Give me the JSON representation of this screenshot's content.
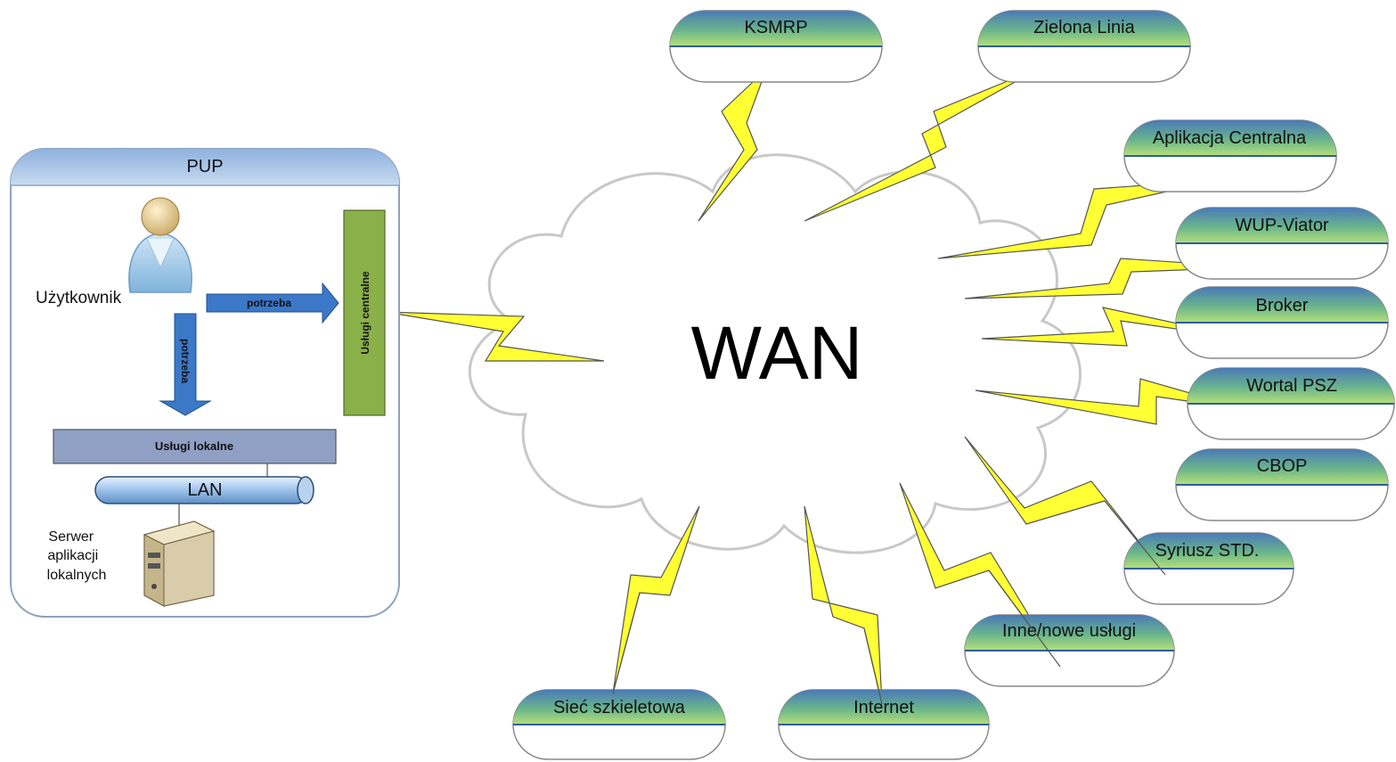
{
  "pup": {
    "title": "PUP",
    "user_label": "Użytkownik",
    "arrow_right_label": "potrzeba",
    "arrow_down_label": "potrzeba",
    "central_services_label": "Usługi centralne",
    "local_services_label": "Usługi lokalne",
    "lan_label": "LAN",
    "server_label_lines": [
      "Serwer",
      "aplikacji",
      "lokalnych"
    ]
  },
  "wan": {
    "label": "WAN"
  },
  "services": [
    "KSMRP",
    "Zielona Linia",
    "Aplikacja Centralna",
    "WUP-Viator",
    "Broker",
    "Wortal PSZ",
    "CBOP",
    "Syriusz STD.",
    "Inne/nowe usługi",
    "Internet",
    "Sieć szkieletowa"
  ],
  "colors": {
    "pill_top": "#5fae8c",
    "pill_top_blue": "#4a7ab8",
    "lightning": "#ffff33",
    "arrow_blue": "#3b78c8",
    "central_services_bar": "#8ab04a",
    "local_services_bar": "#8fa0c4",
    "pup_header": "#a9c3e3",
    "cloud_stroke": "#c8c8c8"
  }
}
